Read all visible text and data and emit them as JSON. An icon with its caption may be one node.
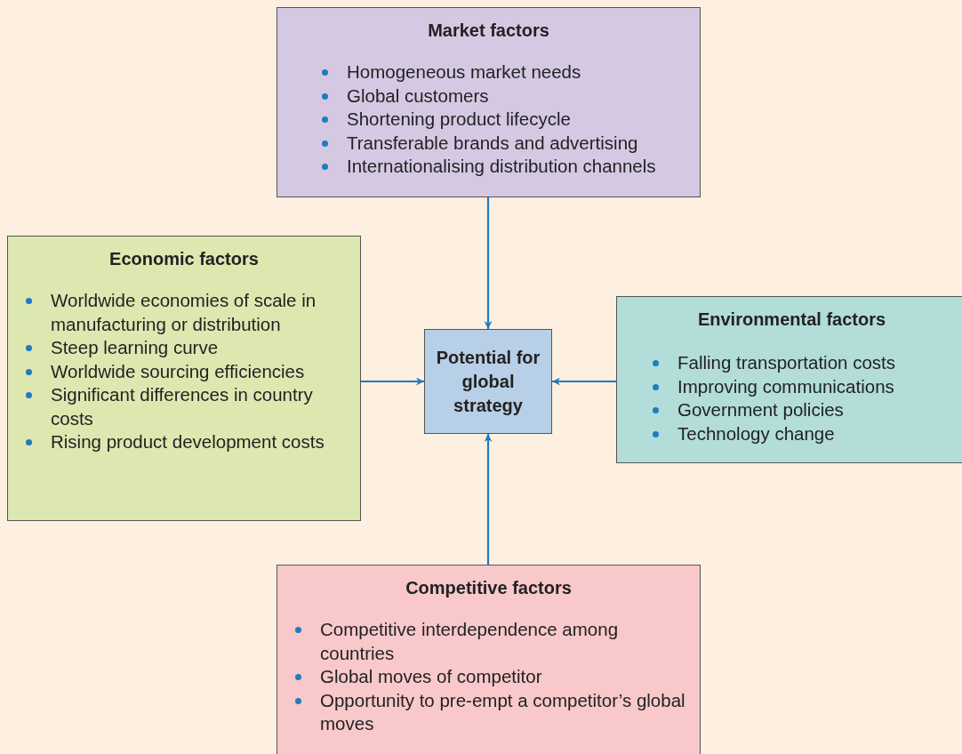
{
  "diagram": {
    "nodes": [
      {
        "text": [
          "Market factors",
          "Homogeneous market needs",
          "Global customers",
          "Shortening product lifecycle",
          "Transferable brands and advertising",
          "Internationalising distribution channels"
        ]
      },
      {
        "text": [
          "Economic factors",
          "Worldwide economies of scale in manufacturing or distribution",
          "Steep learning curve",
          "Worldwide sourcing efficiencies",
          "Significant differences in country costs",
          "Rising product development costs"
        ]
      },
      {
        "text": [
          "Potential for global strategy"
        ]
      },
      {
        "text": [
          "Environmental factors",
          "Falling transportation costs",
          "Improving communications",
          "Government policies",
          "Technology change"
        ]
      },
      {
        "text": [
          "Competitive factors",
          "Competitive interdependence among countries",
          "Global moves of competitor",
          "Opportunity to pre-empt a competitor’s global moves"
        ]
      }
    ],
    "edges": [
      {
        "from": 0,
        "to": 2,
        "arrow": "to"
      },
      {
        "from": 1,
        "to": 2,
        "arrow": "to"
      },
      {
        "from": 3,
        "to": 2,
        "arrow": "to"
      },
      {
        "from": 4,
        "to": 2,
        "arrow": "to"
      }
    ]
  }
}
